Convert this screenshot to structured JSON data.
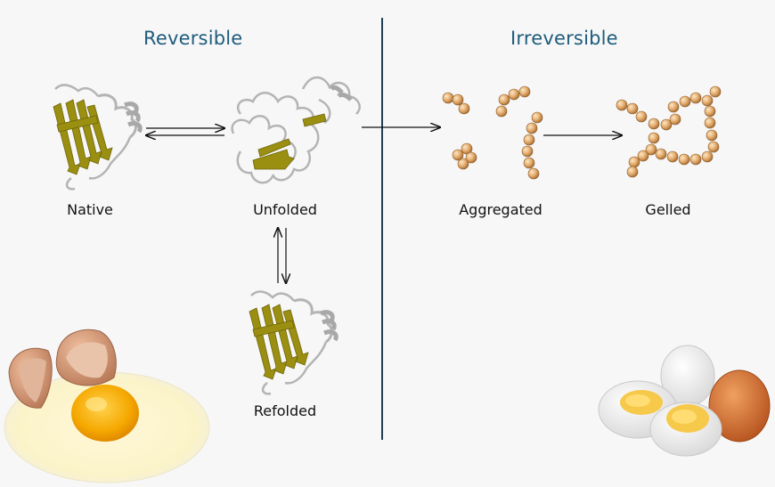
{
  "headings": {
    "reversible": "Reversible",
    "irreversible": "Irreversible"
  },
  "states": {
    "native": "Native",
    "unfolded": "Unfolded",
    "refolded": "Refolded",
    "aggregated": "Aggregated",
    "gelled": "Gelled"
  },
  "colors": {
    "heading": "#1f5c7d",
    "divider": "#1f3f52",
    "beta_strand": "#9b8f12",
    "coil": "#b4b4b4",
    "bead": "#e0a96a"
  },
  "icons": {
    "native_protein": "protein-ribbon-icon",
    "unfolded_protein": "unfolded-protein-icon",
    "refolded_protein": "protein-ribbon-icon",
    "raw_egg": "raw-egg-icon",
    "boiled_egg": "boiled-egg-icon"
  }
}
